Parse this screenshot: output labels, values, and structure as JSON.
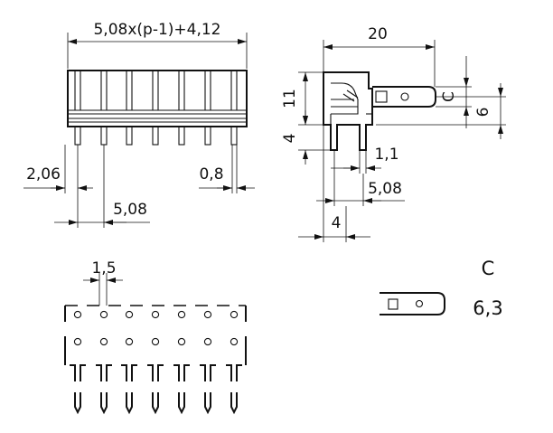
{
  "dimensions": {
    "overall_width": "5,08x(p-1)+4,12",
    "depth": "20",
    "height": "11",
    "pin_length": "4",
    "tab_width_symbol": "C",
    "tab_height": "6",
    "pin_offset": "1,1",
    "row_pitch": "5,08",
    "base_offset": "4",
    "edge_offset": "2,06",
    "pitch": "5,08",
    "pin_thickness": "0,8",
    "hole_offset": "1,5"
  },
  "table": {
    "header": "C",
    "value": "6,3"
  }
}
